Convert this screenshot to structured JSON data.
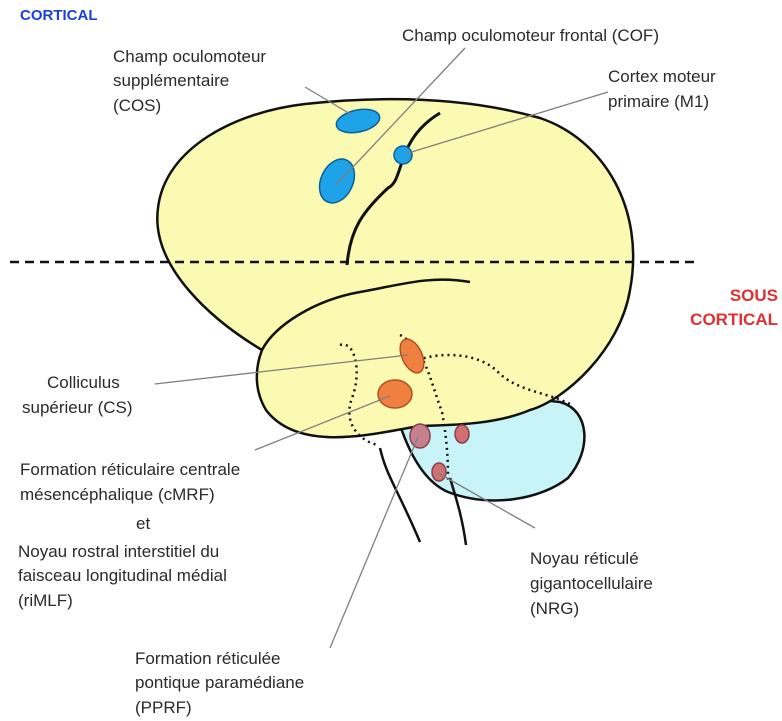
{
  "zones": {
    "cortical": "CORTICAL",
    "sous_cortical_line1": "SOUS",
    "sous_cortical_line2": "CORTICAL"
  },
  "labels": {
    "cos": [
      "Champ oculomoteur",
      "supplémentaire",
      "(COS)"
    ],
    "cof": [
      "Champ oculomoteur frontal (COF)"
    ],
    "m1": [
      "Cortex moteur",
      "primaire (M1)"
    ],
    "cs": [
      "Colliculus",
      "supérieur (CS)"
    ],
    "cmrf": [
      "Formation réticulaire centrale",
      "mésencéphalique (cMRF)",
      "et",
      "Noyau rostral interstitiel du",
      "faisceau longitudinal médial",
      "(riMLF)"
    ],
    "nrg": [
      "Noyau réticulé",
      "gigantocellulaire",
      "(NRG)"
    ],
    "pprf": [
      "Formation réticulée",
      "pontique paramédiane",
      "(PPRF)"
    ]
  },
  "colors": {
    "brain": "#fafab2",
    "cerebellum": "#c8f4f8",
    "cortical_area": "#1fa3e8",
    "nucleus": "#f08040",
    "nucleus_dark": "#c8808c",
    "outline": "#111111",
    "leader": "#7f7f7f",
    "cortical_text": "#1a40d8",
    "sous_cortical_text": "#e03030"
  }
}
